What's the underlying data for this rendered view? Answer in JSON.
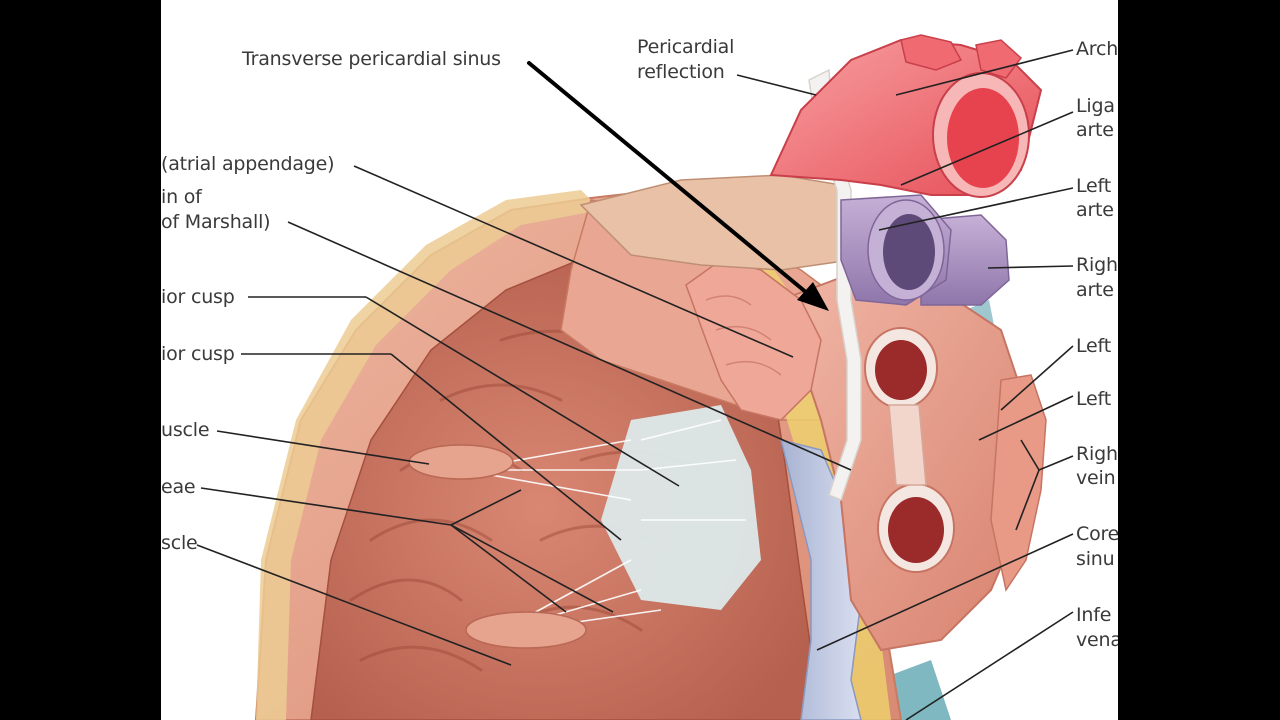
{
  "labels": {
    "transverse_pericardial_sinus": "Transverse pericardial sinus",
    "pericardial_reflection_1": "Pericardial",
    "pericardial_reflection_2": "reflection",
    "arch": "Arch",
    "ligament_1": "Liga",
    "ligament_2": "arte",
    "left_artery_1": "Left",
    "left_artery_2": "arte",
    "right_artery_1": "Righ",
    "right_artery_2": "arte",
    "left_vein_upper": "Left",
    "left_vein_lower": "Left",
    "right_veins_1": "Righ",
    "right_veins_2": "vein",
    "coronary_sinus_1": "Core",
    "coronary_sinus_2": "sinu",
    "inferior_vena_cava_1": "Infe",
    "inferior_vena_cava_2": "vena",
    "atrial_appendage": "(atrial appendage)",
    "vein_of_1": "in of",
    "vein_of_2": "of Marshall)",
    "anterior_cusp": "ior cusp",
    "posterior_cusp": "ior cusp",
    "papillary_muscle_1": "uscle",
    "chordae": "eae",
    "papillary_muscle_2": "scle"
  }
}
